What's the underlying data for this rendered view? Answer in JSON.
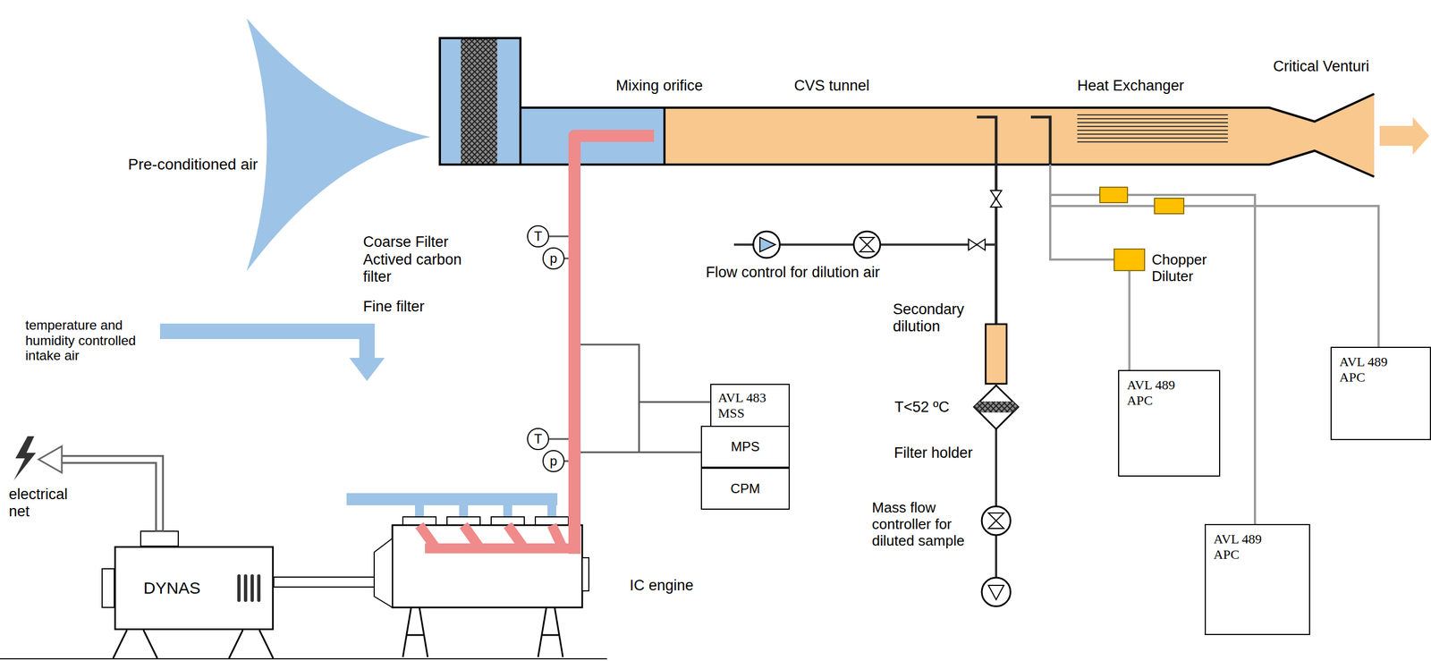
{
  "diagram": {
    "nodes": [
      {
        "text": [
          "DYNAS"
        ]
      },
      {
        "text": [
          "T"
        ]
      },
      {
        "text": [
          "p"
        ]
      },
      {
        "text": [
          "AVL 483 MSS"
        ]
      },
      {
        "text": [
          "T"
        ]
      },
      {
        "text": [
          "p"
        ]
      },
      {
        "text": [
          "MPS"
        ]
      },
      {
        "text": [
          "CPM"
        ]
      },
      {
        "text": [
          "Chopper Diluter"
        ]
      },
      {
        "text": [
          "AVL 489 APC"
        ]
      },
      {
        "text": [
          "AVL 489 APC"
        ]
      },
      {
        "text": [
          "AVL 489 APC"
        ]
      }
    ],
    "edges": [
      {
        "from": 8,
        "to": 9,
        "arrow": "none"
      }
    ],
    "labels": [
      "Pre-conditioned air",
      "Coarse Filter",
      "Actived carbon filter",
      "Fine filter",
      "Mixing orifice",
      "CVS tunnel",
      "Heat Exchanger",
      "Critical Venturi",
      "temperature and humidity controlled intake air",
      "electrical net",
      "IC engine",
      "Flow control for dilution air",
      "Secondary dilution",
      "T<52 ºC",
      "Filter holder",
      "Mass flow controller for diluted sample"
    ]
  }
}
